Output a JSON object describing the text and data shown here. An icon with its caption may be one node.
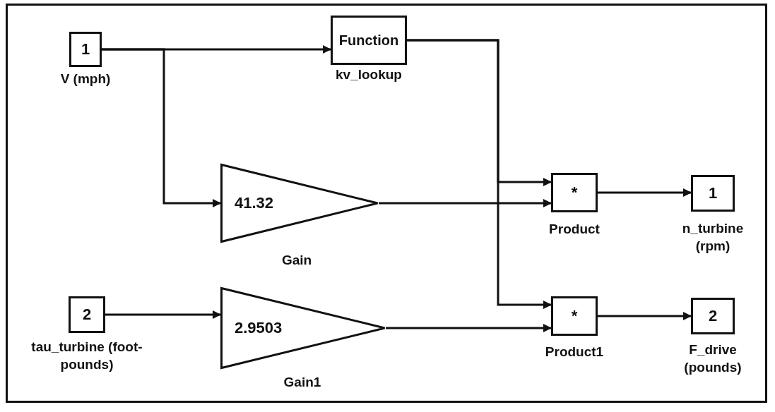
{
  "diagram": {
    "nodes": [
      {
        "text": [
          "1"
        ],
        "beside": [
          "V (mph)"
        ]
      },
      {
        "text": [
          "Function"
        ],
        "beside": [
          "kv_lookup"
        ]
      },
      {
        "text": [
          "41.32"
        ],
        "beside": [
          "Gain"
        ]
      },
      {
        "text": [
          "*"
        ],
        "beside": [
          "Product"
        ]
      },
      {
        "text": [
          "1"
        ],
        "beside": [
          "n_turbine (rpm)"
        ]
      },
      {
        "text": [
          "2"
        ],
        "beside": [
          "tau_turbine (foot-pounds)"
        ]
      },
      {
        "text": [
          "2.9503"
        ],
        "beside": [
          "Gain1"
        ]
      },
      {
        "text": [
          "*"
        ],
        "beside": [
          "Product1"
        ]
      },
      {
        "text": [
          "2"
        ],
        "beside": [
          "F_drive (pounds)"
        ]
      }
    ],
    "edges": [
      {
        "from": 0,
        "to": 1,
        "arrow": "to"
      },
      {
        "from": 0,
        "to": 2,
        "arrow": "to"
      },
      {
        "from": 1,
        "to": 3,
        "arrow": "to"
      },
      {
        "from": 1,
        "to": 7,
        "arrow": "to"
      },
      {
        "from": 2,
        "to": 3,
        "arrow": "to"
      },
      {
        "from": 5,
        "to": 6,
        "arrow": "to"
      },
      {
        "from": 6,
        "to": 7,
        "arrow": "to"
      },
      {
        "from": 3,
        "to": 4,
        "arrow": "to"
      },
      {
        "from": 7,
        "to": 8,
        "arrow": "to"
      }
    ]
  }
}
